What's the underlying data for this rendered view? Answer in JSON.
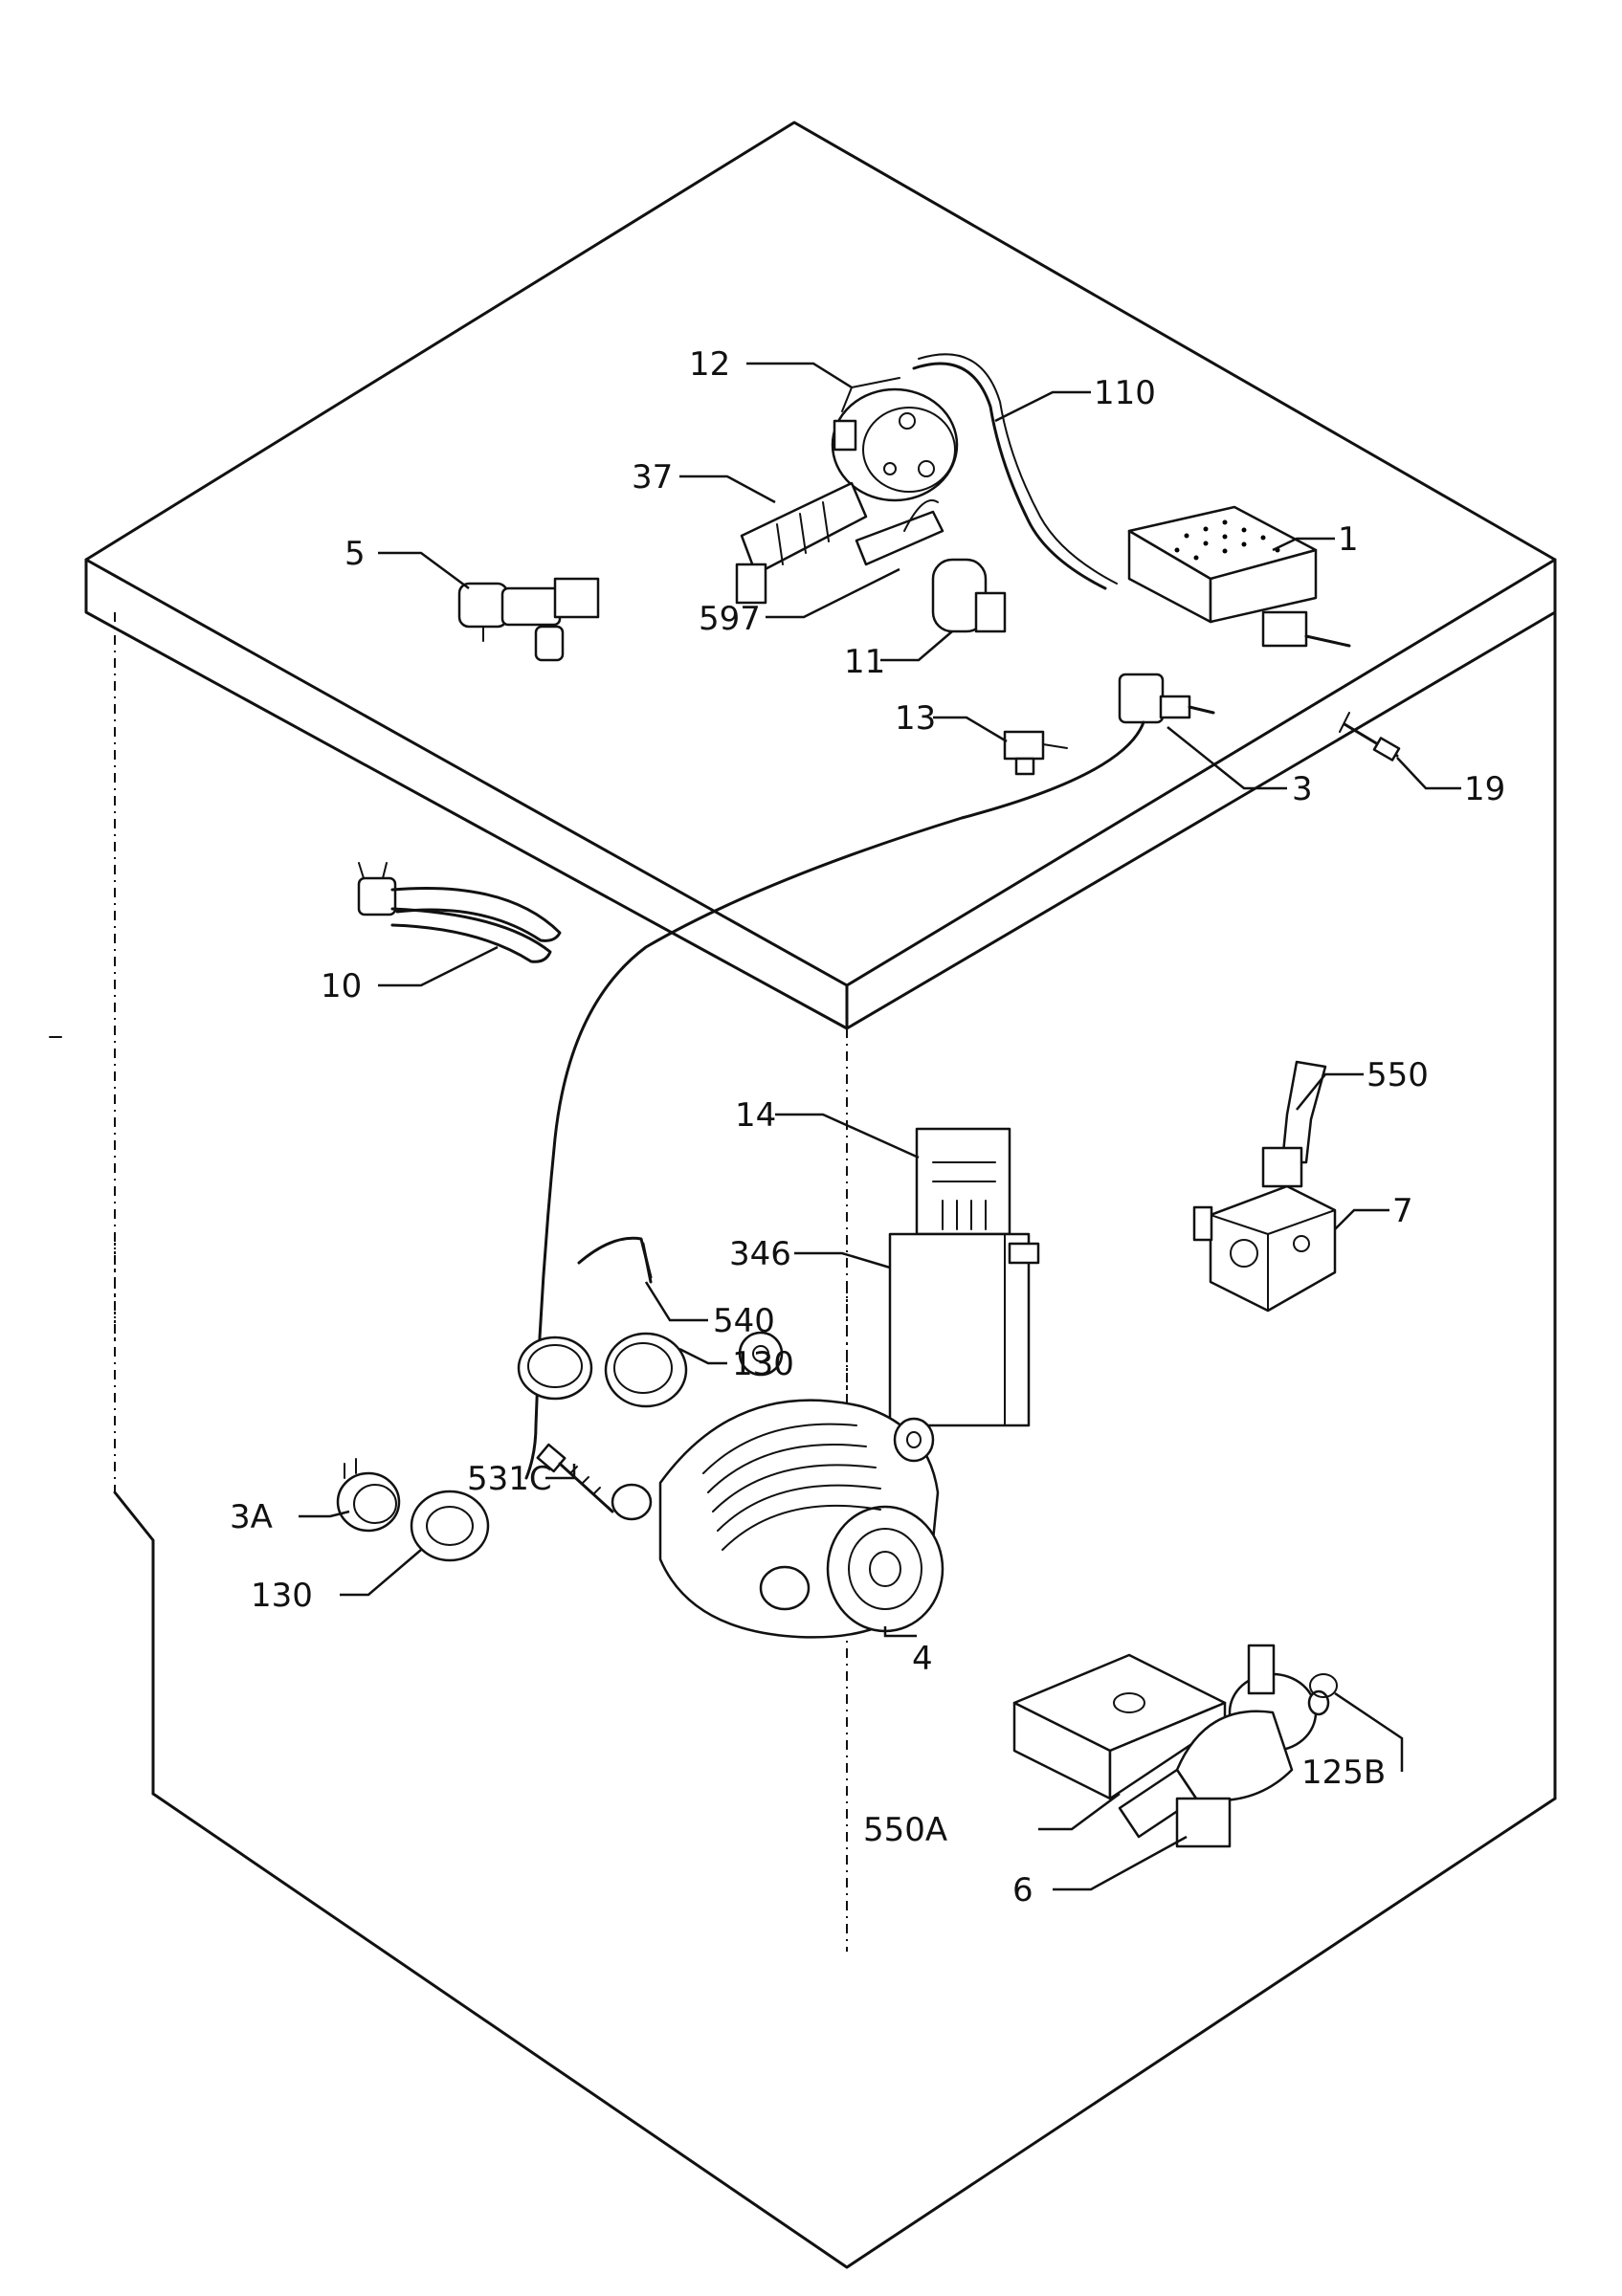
{
  "labels": {
    "p1": "1",
    "p3": "3",
    "p3a": "3A",
    "p4": "4",
    "p5": "5",
    "p6": "6",
    "p7": "7",
    "p10": "10",
    "p11": "11",
    "p12": "12",
    "p13": "13",
    "p14": "14",
    "p19": "19",
    "p37": "37",
    "p110": "110",
    "p125b": "125B",
    "p130a": "130",
    "p130b": "130",
    "p346": "346",
    "p531c": "531C",
    "p540": "540",
    "p550": "550",
    "p550a": "550A",
    "p597": "597"
  }
}
